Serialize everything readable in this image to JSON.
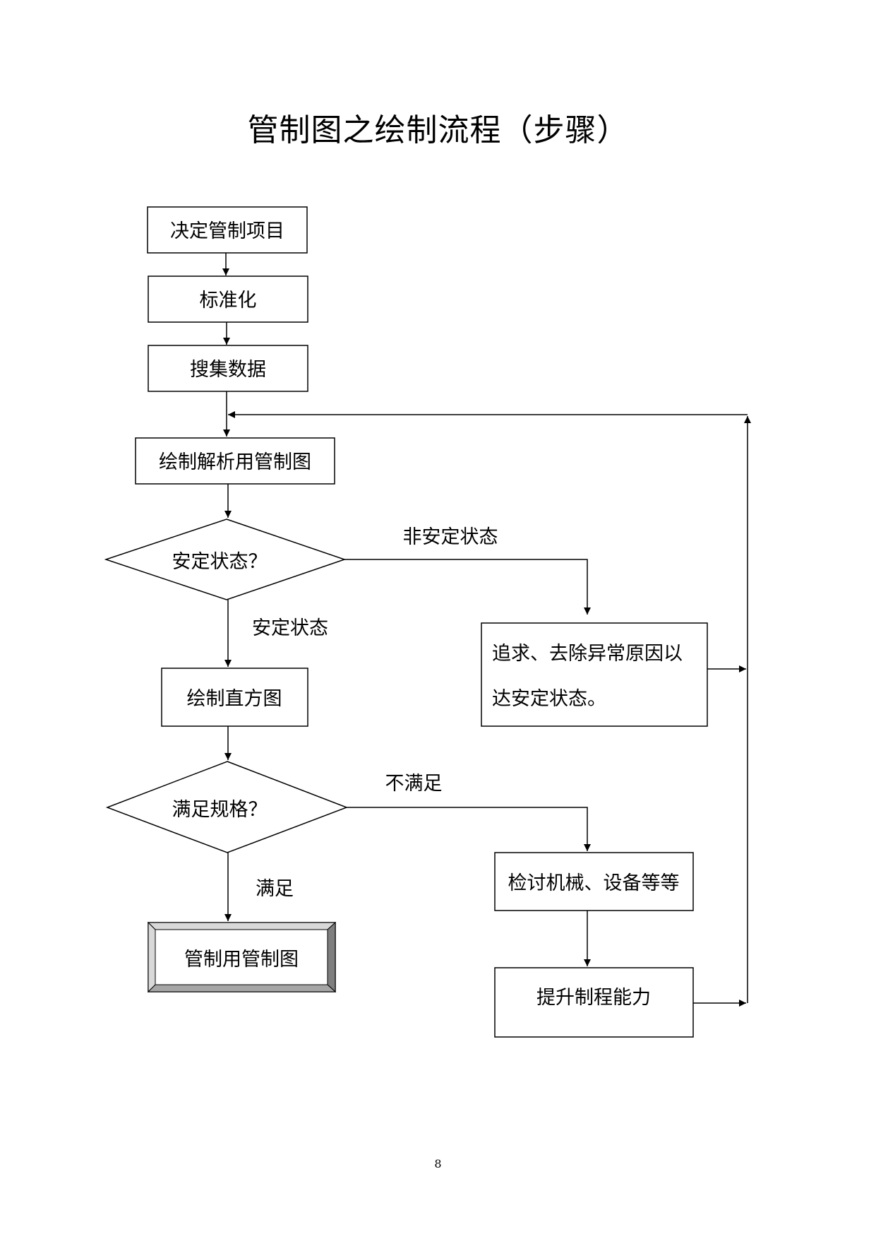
{
  "title": "管制图之绘制流程（步骤）",
  "page_number": "8",
  "nodes": {
    "decide": "决定管制项目",
    "standardize": "标准化",
    "collect": "搜集数据",
    "draw_analysis": "绘制解析用管制图",
    "stable_q": "安定状态？",
    "pursue_line1": "追求、去除异常原因以",
    "pursue_line2": "达安定状态。",
    "histogram": "绘制直方图",
    "spec_q": "满足规格？",
    "review": "检讨机械、设备等等",
    "improve": "提升制程能力",
    "control_chart": "管制用管制图"
  },
  "edge_labels": {
    "unstable": "非安定状态",
    "stable": "安定状态",
    "not_satisfied": "不满足",
    "satisfied": "满足"
  }
}
